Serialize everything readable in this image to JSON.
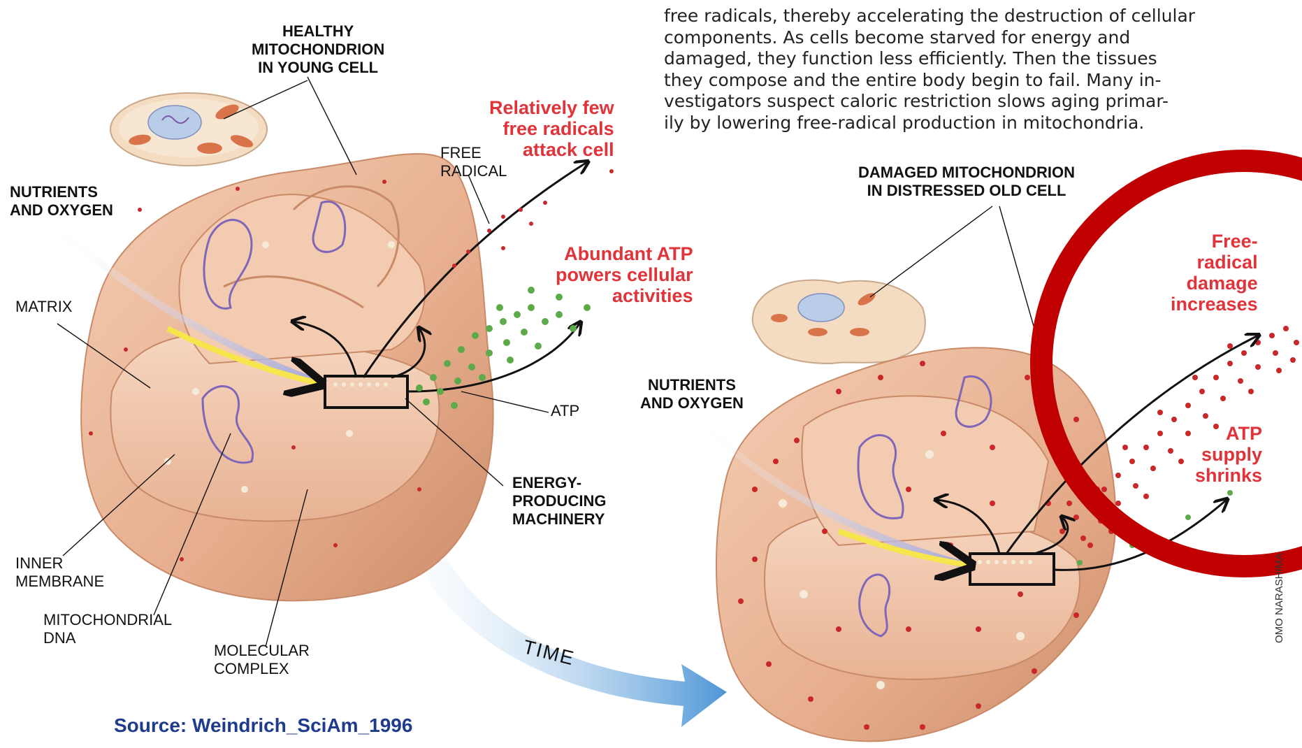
{
  "paragraph_lines": [
    "free radicals, thereby accelerating the destruction of cellular",
    "components. As cells become starved for energy and",
    "damaged, they function less efficiently. Then the tissues",
    "they compose and the entire body begin to fail. Many in-",
    "vestigators suspect caloric restriction slows aging primar-",
    "ily by lowering free-radical production in mitochondria."
  ],
  "left": {
    "title": "HEALTHY\nMITOCHONDRION\nIN YOUNG CELL",
    "nutrients": "NUTRIENTS\nAND OXYGEN",
    "free_radical": "FREE\nRADICAL",
    "few_radicals": "Relatively few\nfree radicals\nattack cell",
    "abundant_atp": "Abundant ATP\npowers cellular\nactivities",
    "matrix": "MATRIX",
    "atp": "ATP",
    "energy_machinery": "ENERGY-\nPRODUCING\nMACHINERY",
    "inner_membrane": "INNER\nMEMBRANE",
    "mito_dna": "MITOCHONDRIAL\nDNA",
    "molecular_complex": "MOLECULAR\nCOMPLEX"
  },
  "right": {
    "title": "DAMAGED MITOCHONDRION\nIN DISTRESSED OLD CELL",
    "nutrients": "NUTRIENTS\nAND OXYGEN",
    "damage_increases": "Free-\nradical\ndamage\nincreases",
    "atp_shrinks": "ATP\nsupply\nshrinks"
  },
  "time_label": "TIME",
  "source": "Source: Weindrich_SciAm_1996",
  "credit": "OMO NARASHIMA",
  "colors": {
    "mito_fill": "#e9b496",
    "mito_dark": "#d69a78",
    "free_radical": "#c8282a",
    "atp_dot": "#5caa4a",
    "label_red": "#e0343a",
    "source_blue": "#1f3b8c",
    "highlight_circle": "#c00000",
    "arrow_blue": "#5b9fd8"
  }
}
